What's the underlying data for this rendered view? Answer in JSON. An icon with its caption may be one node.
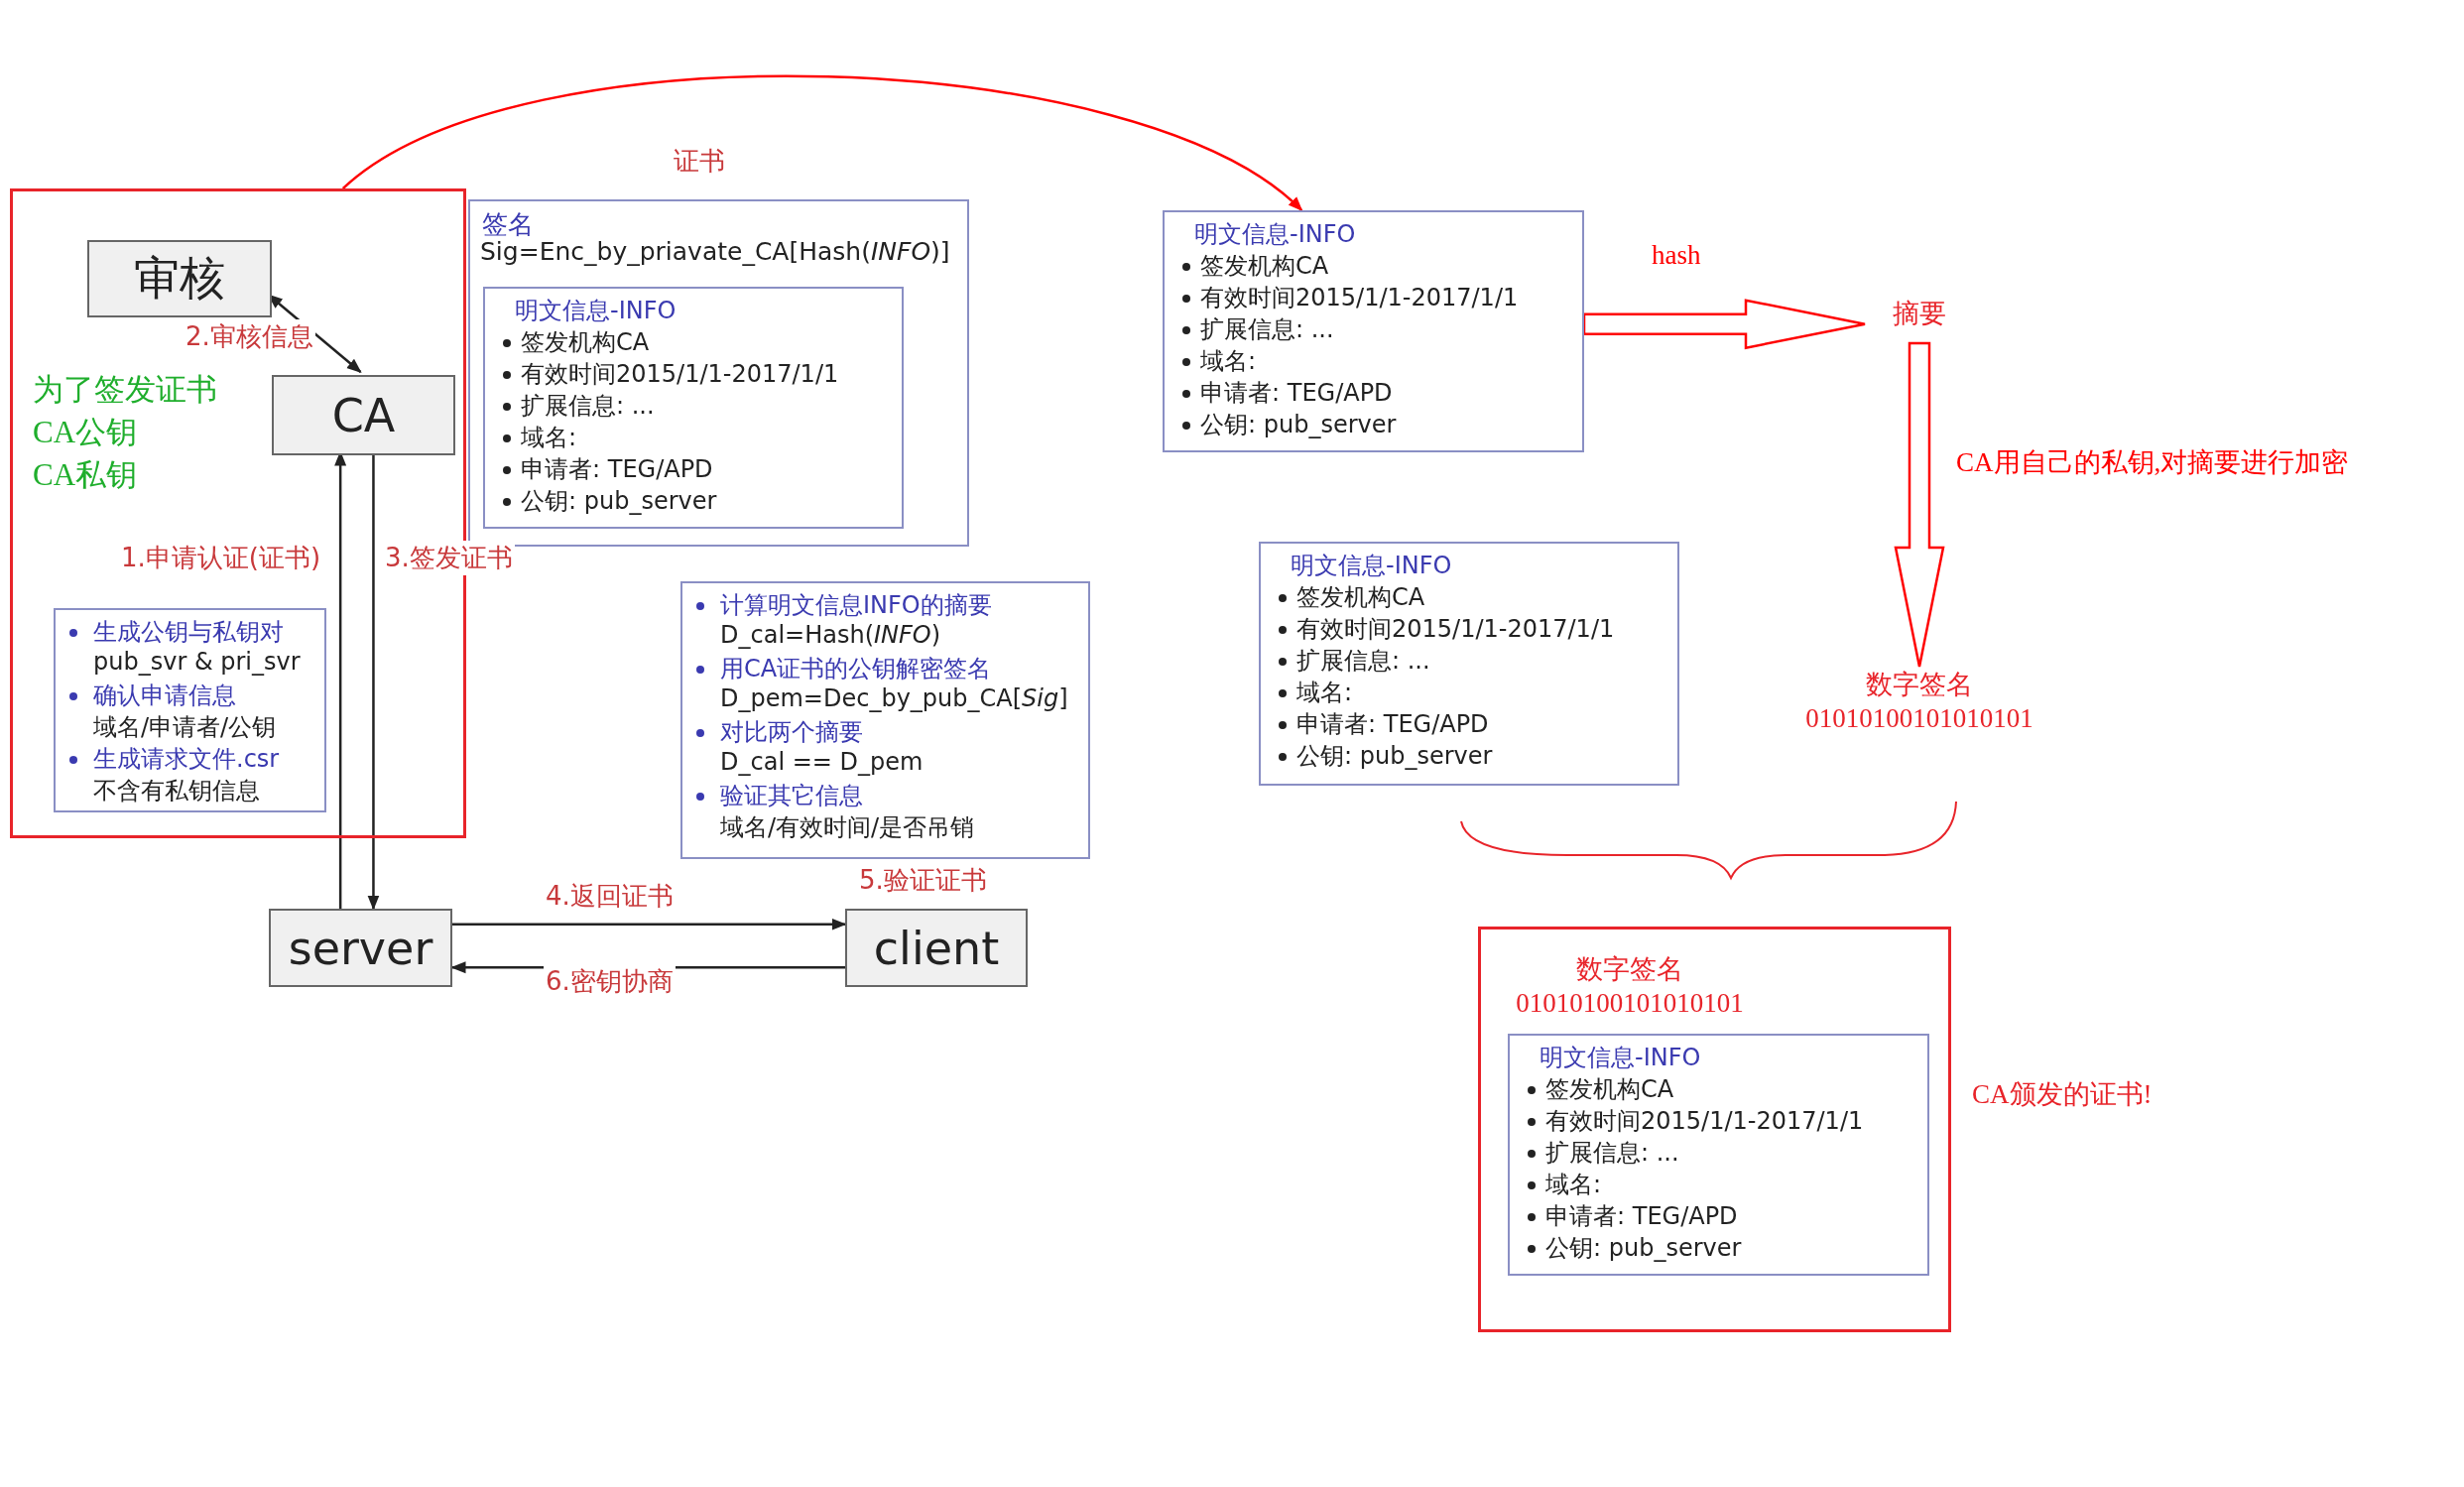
{
  "diagram": {
    "nodes": [
      {
        "text": [
          "为了签发证书 CA公钥 CA私钥"
        ]
      },
      {
        "text": [
          "审核"
        ],
        "in": 0
      },
      {
        "text": [
          "CA"
        ],
        "in": 0
      },
      {
        "text": [
          "生成公钥与私钥对",
          "pub_svr & pri_svr",
          "确认申请信息",
          "域名/申请者/公钥",
          "生成请求文件.csr",
          "不含有私钥信息"
        ],
        "in": 0
      },
      {
        "text": [
          "server"
        ]
      },
      {
        "text": [
          "client"
        ]
      },
      {
        "text": [
          "证书",
          "签名",
          "Sig=Enc_by_priavate_CA[Hash(*INFO*)]"
        ]
      },
      {
        "text": [
          "明文信息-INFO",
          "签发机构CA",
          "有效时间2015/1/1-2017/1/1",
          "扩展信息: ...",
          "域名:",
          "申请者: TEG/APD",
          "公钥: pub_server"
        ],
        "in": 6
      },
      {
        "text": [
          "计算明文信息INFO的摘要",
          "D_cal=Hash(*INFO*)",
          "用CA证书的公钥解密签名",
          "D_pem=Dec_by_pub_CA[*Sig*]",
          "对比两个摘要",
          "D_cal == D_pem",
          "验证其它信息",
          "域名/有效时间/是否吊销"
        ]
      },
      {
        "text": [
          "明文信息-INFO",
          "签发机构CA",
          "有效时间2015/1/1-2017/1/1",
          "扩展信息: ...",
          "域名:",
          "申请者: TEG/APD",
          "公钥: pub_server"
        ]
      },
      {
        "text": [
          "摘要"
        ]
      },
      {
        "text": [
          "数字签名",
          "01010100101010101"
        ]
      },
      {
        "text": [
          "明文信息-INFO",
          "签发机构CA",
          "有效时间2015/1/1-2017/1/1",
          "扩展信息: ...",
          "域名:",
          "申请者: TEG/APD",
          "公钥: pub_server"
        ]
      },
      {
        "text": [
          "数字签名",
          "01010100101010101"
        ],
        "beside": [
          "CA颁发的证书!"
        ]
      },
      {
        "text": [
          "明文信息-INFO",
          "签发机构CA",
          "有效时间2015/1/1-2017/1/1",
          "扩展信息: ...",
          "域名:",
          "申请者: TEG/APD",
          "公钥: pub_server"
        ],
        "in": 13
      }
    ],
    "edges": [
      {
        "from": 1,
        "to": 2,
        "arrow": "both",
        "label": "2.审核信息"
      },
      {
        "from": 4,
        "to": 2,
        "arrow": "to",
        "label": "1.申请认证(证书)"
      },
      {
        "from": 2,
        "to": 4,
        "arrow": "to",
        "label": "3.签发证书"
      },
      {
        "from": 4,
        "to": 5,
        "arrow": "to",
        "label": "4.返回证书"
      },
      {
        "from": 5,
        "to": 4,
        "arrow": "to",
        "label": "6.密钥协商"
      },
      {
        "from": 0,
        "to": 9,
        "arrow": "to",
        "color": "#ff0000"
      },
      {
        "from": 9,
        "to": 10,
        "arrow": "to",
        "label": "hash",
        "style": "thick",
        "color": "#ff0000"
      },
      {
        "from": 10,
        "to": 11,
        "arrow": "to",
        "label": "CA用自己的私钥,对摘要进行加密",
        "style": "thick",
        "color": "#ff0000"
      }
    ],
    "labels": [
      "5.验证证书"
    ]
  }
}
